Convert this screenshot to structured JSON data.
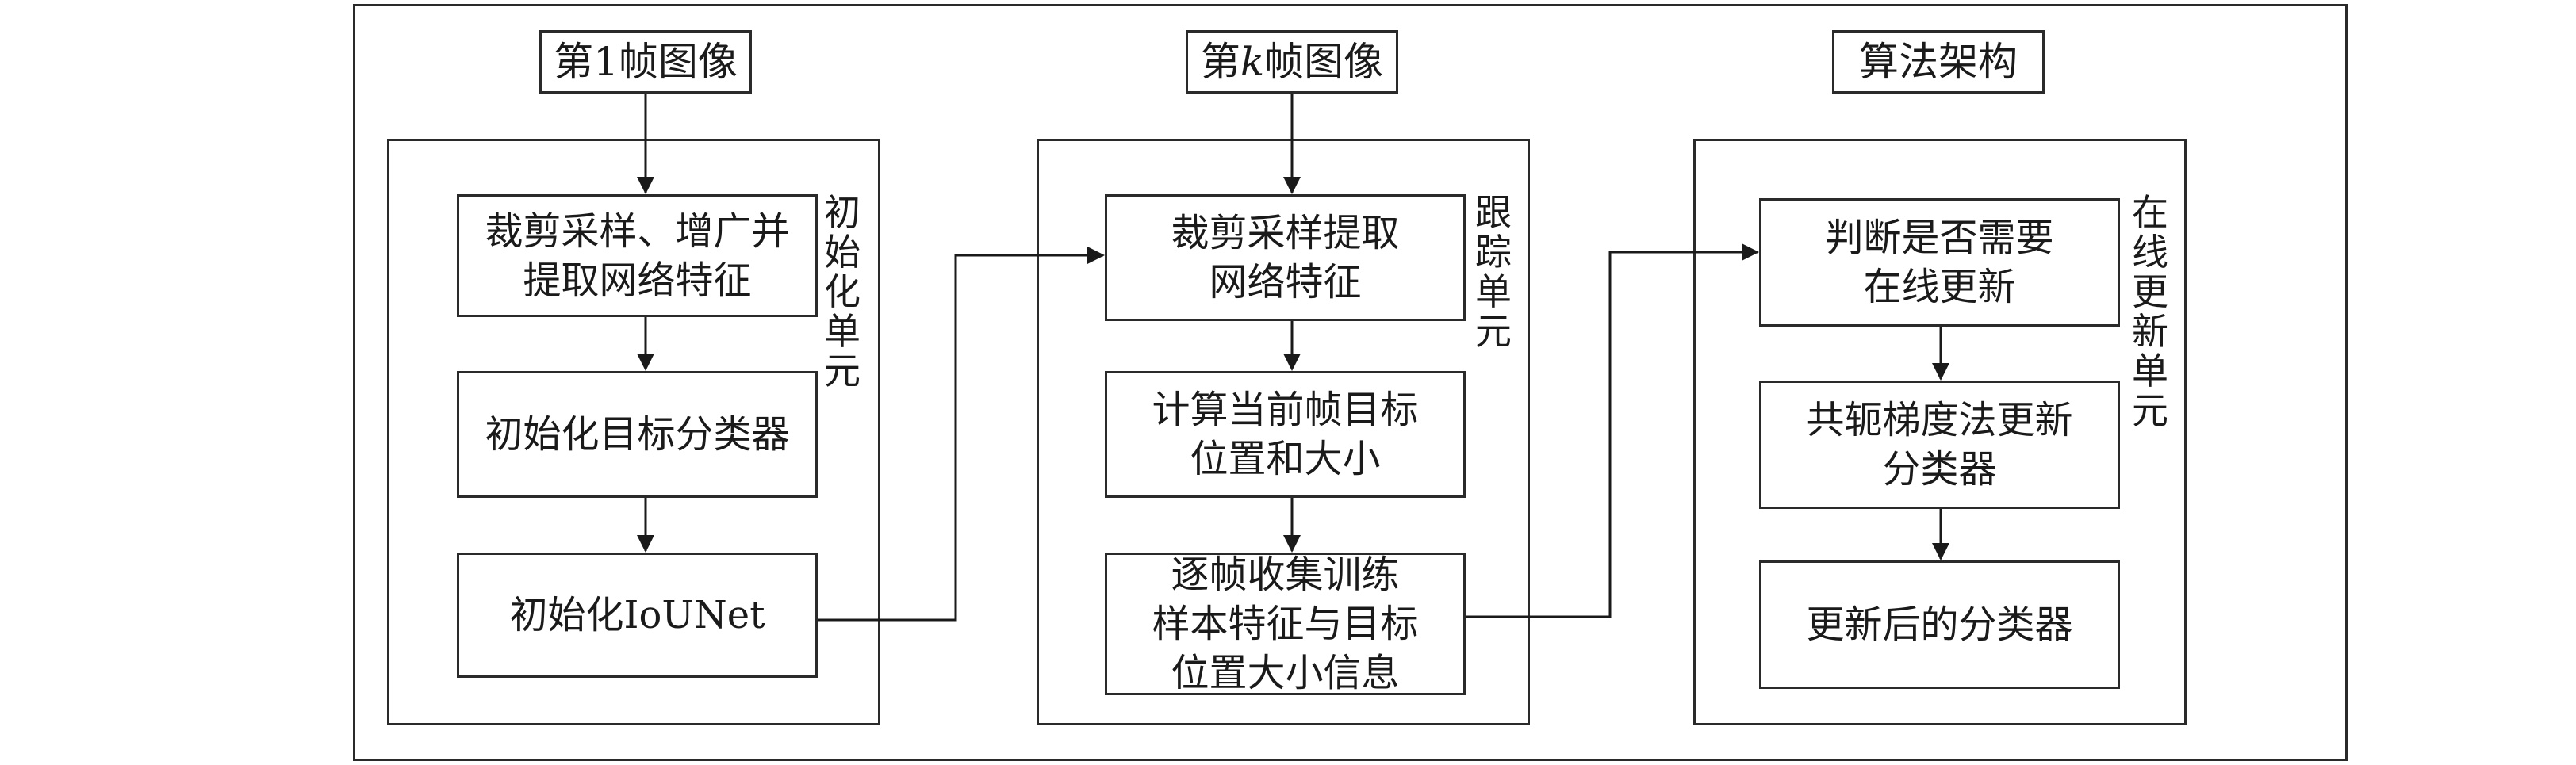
{
  "columns": [
    {
      "header": "第1帧图像",
      "unit_label": "初始化单元",
      "steps": [
        "裁剪采样、增广并\n提取网络特征",
        "初始化目标分类器",
        "初始化IoUNet"
      ]
    },
    {
      "header_prefix": "第",
      "header_italic": "k",
      "header_suffix": "帧图像",
      "unit_label": "跟踪单元",
      "steps": [
        "裁剪采样提取\n网络特征",
        "计算当前帧目标\n位置和大小",
        "逐帧收集训练\n样本特征与目标\n位置大小信息"
      ]
    },
    {
      "header": "算法架构",
      "unit_label": "在线更新单元",
      "steps": [
        "判断是否需要\n在线更新",
        "共轭梯度法更新\n分类器",
        "更新后的分类器"
      ]
    }
  ]
}
